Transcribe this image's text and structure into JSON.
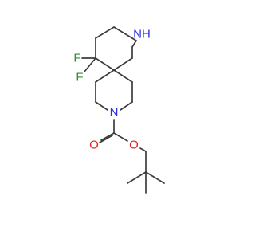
{
  "labels": {
    "nh": "NH",
    "n_carbamate": "N",
    "o_carbonyl": "O",
    "o_ester": "O",
    "f_upper": "F",
    "f_lower": "F"
  },
  "colors": {
    "bond": "#3c3c3c",
    "nitrogen": "#3030e0",
    "oxygen": "#e0201e",
    "fluorine": "#2f8f2f"
  }
}
